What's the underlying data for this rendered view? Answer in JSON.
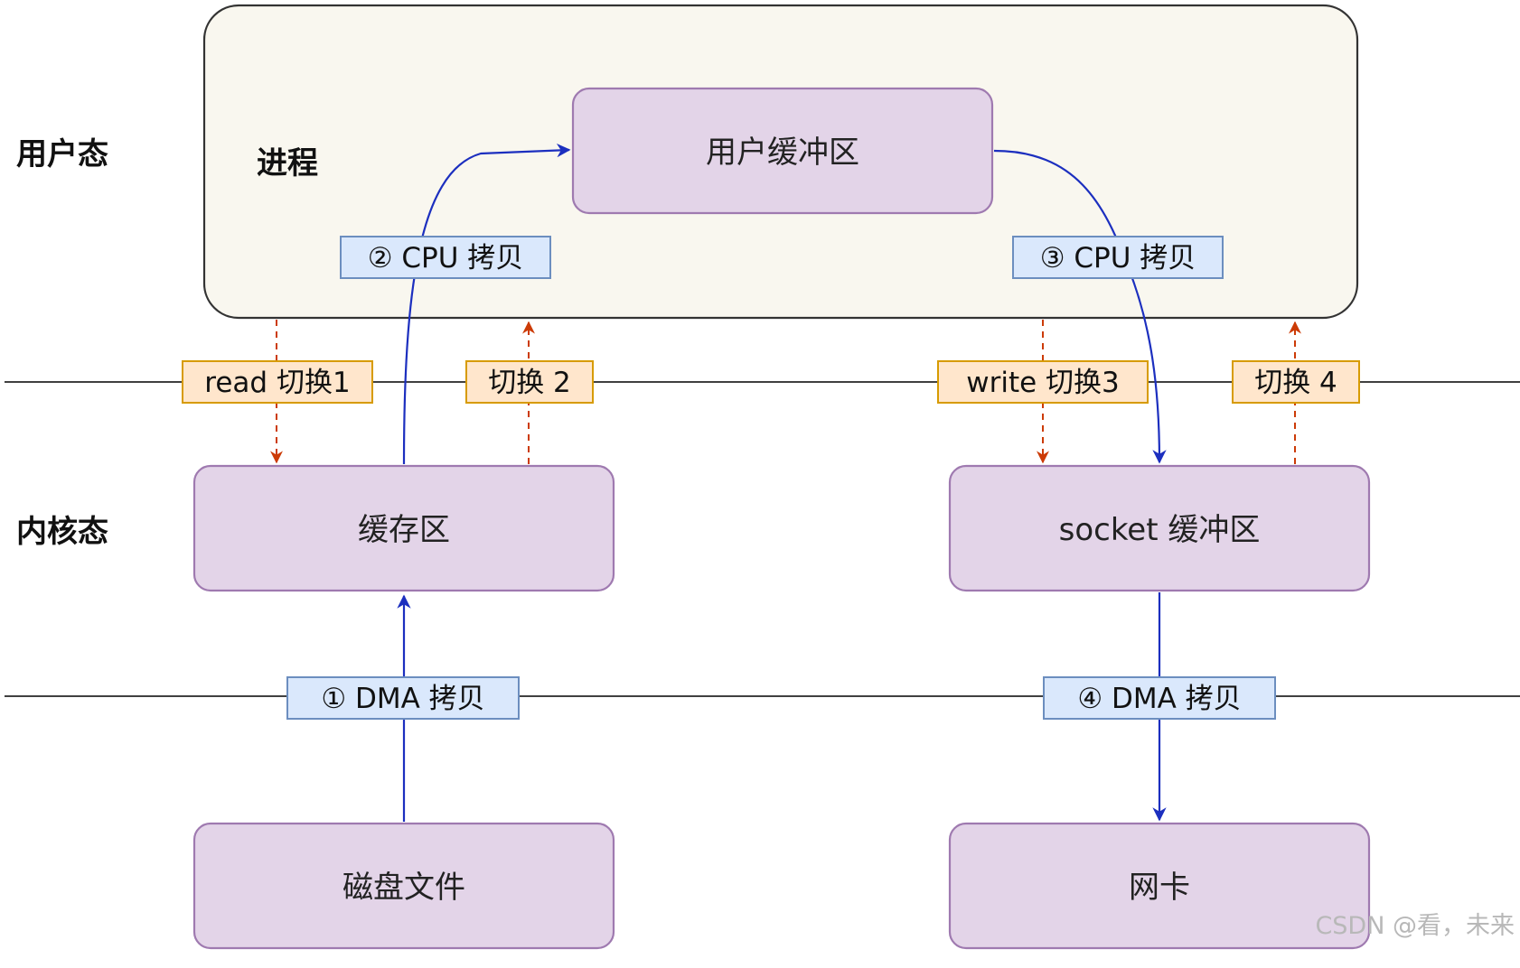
{
  "colors": {
    "process_fill": "#f9f7ef",
    "process_stroke": "#333333",
    "box_fill": "#e3d4e8",
    "box_stroke": "#9f7ab0",
    "blue_tag_fill": "#dae8fc",
    "blue_tag_stroke": "#6c8ebf",
    "orange_tag_fill": "#ffe6cc",
    "orange_tag_stroke": "#d79b00",
    "blue_arrow": "#1c2fbf",
    "red_arrow": "#cc3b06",
    "divider": "#000000"
  },
  "levels": {
    "user": "用户态",
    "kernel": "内核态"
  },
  "process": {
    "label": "进程"
  },
  "boxes": {
    "user_buffer": "用户缓冲区",
    "page_cache": "缓存区",
    "socket_buffer": "socket 缓冲区",
    "disk_file": "磁盘文件",
    "nic": "网卡"
  },
  "copies": {
    "dma1": "① DMA 拷贝",
    "cpu2": "② CPU 拷贝",
    "cpu3": "③ CPU 拷贝",
    "dma4": "④ DMA 拷贝"
  },
  "switches": {
    "s1": "read 切换1",
    "s2": "切换 2",
    "s3": "write 切换3",
    "s4": "切换 4"
  },
  "watermark": "CSDN @看，未来"
}
